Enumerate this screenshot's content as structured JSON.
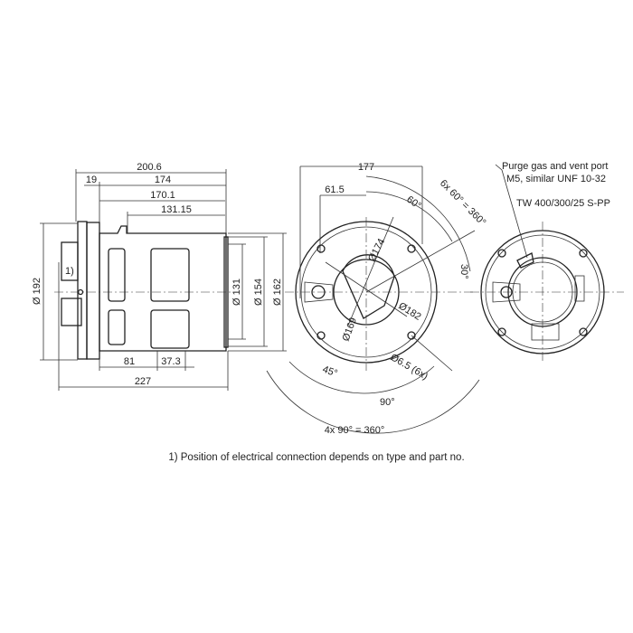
{
  "side_view": {
    "dims": {
      "d200_6": "200.6",
      "d19": "19",
      "d174": "174",
      "d170_1": "170.1",
      "d131_15": "131.15",
      "d81": "81",
      "d37_3": "37.3",
      "d227": "227",
      "dia192": "Ø 192",
      "dia131": "Ø 131",
      "dia154": "Ø 154",
      "dia162": "Ø 162"
    },
    "note_marker": "1)"
  },
  "front_view": {
    "dims": {
      "d177": "177",
      "d61_5": "61.5",
      "a60": "60°",
      "a6x60": "6x 60° = 360°",
      "a30": "30°",
      "dia174": "Ø174",
      "dia182": "Ø182",
      "dia169": "Ø169",
      "hole": "Ø6.5 (6x)",
      "a45": "45°",
      "a90": "90°",
      "a4x90": "4x 90° = 360°"
    }
  },
  "rear_view": {
    "callout_line1": "Purge gas and vent port",
    "callout_line2": "M5, similar UNF 10-32",
    "model": "TW 400/300/25 S-PP"
  },
  "footnote": "1) Position of electrical connection depends on type and part no."
}
